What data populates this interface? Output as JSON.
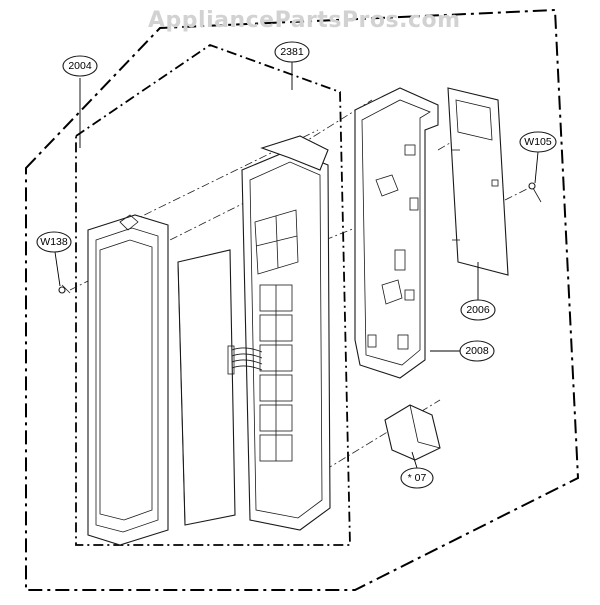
{
  "watermark": "AppliancePartsPros.com",
  "callouts": {
    "c2004": "2004",
    "c2381": "2381",
    "cW105": "W105",
    "cW138": "W138",
    "c2006": "2006",
    "c2008": "2008",
    "c07": "* 07"
  }
}
